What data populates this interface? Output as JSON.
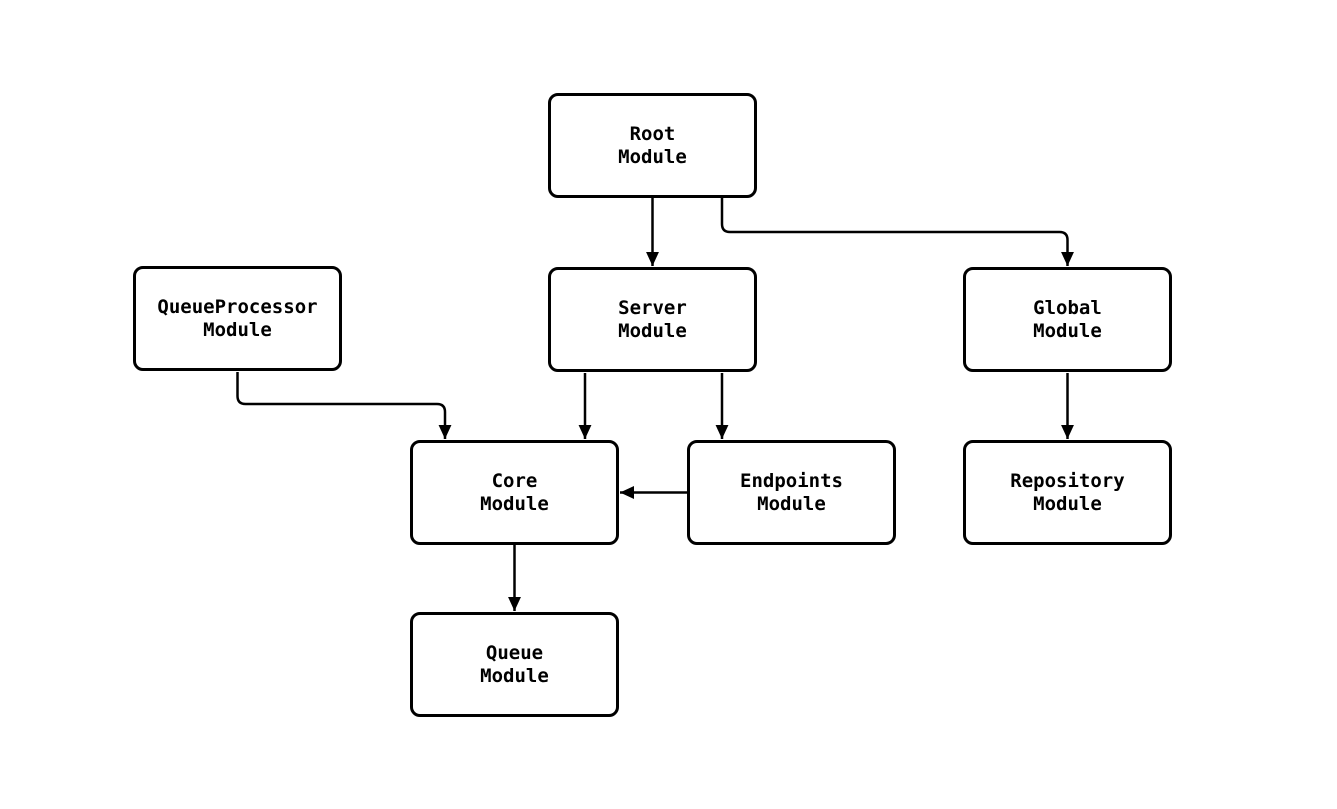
{
  "diagram": {
    "type": "module-dependency-flowchart",
    "colors": {
      "background": "#ffffff",
      "node_fill": "#ffffff",
      "node_border": "#000000",
      "edge": "#000000",
      "text": "#000000"
    },
    "nodes": [
      {
        "id": "root",
        "label": "Root\nModule"
      },
      {
        "id": "queueprocessor",
        "label": "QueueProcessor\nModule"
      },
      {
        "id": "server",
        "label": "Server\nModule"
      },
      {
        "id": "global",
        "label": "Global\nModule"
      },
      {
        "id": "core",
        "label": "Core\nModule"
      },
      {
        "id": "endpoints",
        "label": "Endpoints\nModule"
      },
      {
        "id": "repository",
        "label": "Repository\nModule"
      },
      {
        "id": "queue",
        "label": "Queue\nModule"
      }
    ],
    "edges": [
      {
        "from": "root",
        "to": "server"
      },
      {
        "from": "root",
        "to": "global"
      },
      {
        "from": "queueprocessor",
        "to": "core"
      },
      {
        "from": "server",
        "to": "core"
      },
      {
        "from": "server",
        "to": "endpoints"
      },
      {
        "from": "endpoints",
        "to": "core"
      },
      {
        "from": "global",
        "to": "repository"
      },
      {
        "from": "core",
        "to": "queue"
      }
    ]
  }
}
